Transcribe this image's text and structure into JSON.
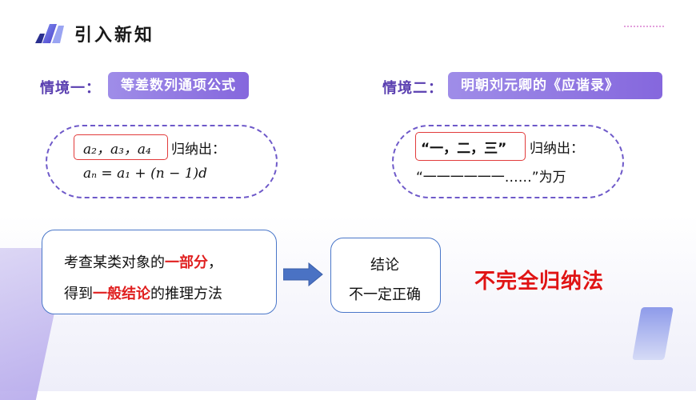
{
  "header": {
    "title": "引入新知"
  },
  "scene1": {
    "label": "情境一：",
    "tag": "等差数列通项公式",
    "terms": "a₂，a₃，a₄",
    "induce": "归纳出：",
    "formula": "aₙ = a₁ + (n − 1)d"
  },
  "scene2": {
    "label": "情境二：",
    "tag": "明朝刘元卿的《应谐录》",
    "terms": "“一，二，三”",
    "induce": "归纳出：",
    "conclusion": "“一一一一一一……”为万"
  },
  "definition": {
    "line1_pre": "考查某类对象的",
    "line1_hl": "一部分",
    "line1_post": "，",
    "line2_pre": "得到",
    "line2_hl": "一般结论",
    "line2_post": "的推理方法"
  },
  "result": {
    "line1": "结论",
    "line2": "不一定正确"
  },
  "method": "不完全归纳法",
  "colors": {
    "accent_purple": "#8567dd",
    "highlight_red": "#e02020",
    "box_blue": "#4a77c9",
    "arrow_blue": "#4a72c4"
  }
}
